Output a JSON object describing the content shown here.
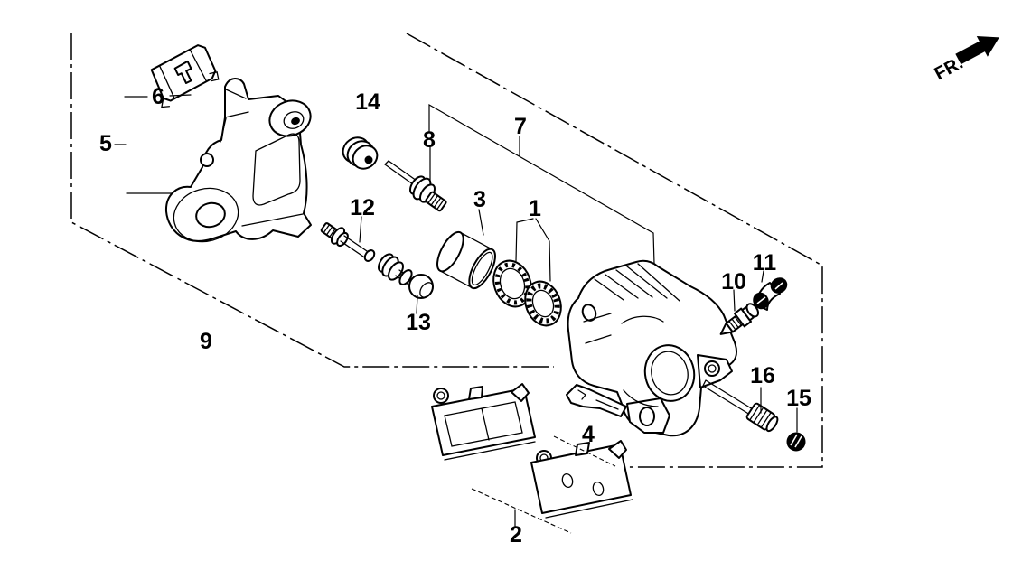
{
  "diagram": {
    "kind": "exploded-parts-diagram",
    "background_color": "#ffffff",
    "line_color": "#000000"
  },
  "direction_indicator": {
    "label": "FR."
  },
  "part_labels": [
    {
      "text": "1"
    },
    {
      "text": "2"
    },
    {
      "text": "3"
    },
    {
      "text": "4"
    },
    {
      "text": "5"
    },
    {
      "text": "6"
    },
    {
      "text": "7"
    },
    {
      "text": "8"
    },
    {
      "text": "9"
    },
    {
      "text": "10"
    },
    {
      "text": "11"
    },
    {
      "text": "12"
    },
    {
      "text": "13"
    },
    {
      "text": "14"
    },
    {
      "text": "15"
    },
    {
      "text": "16"
    }
  ]
}
